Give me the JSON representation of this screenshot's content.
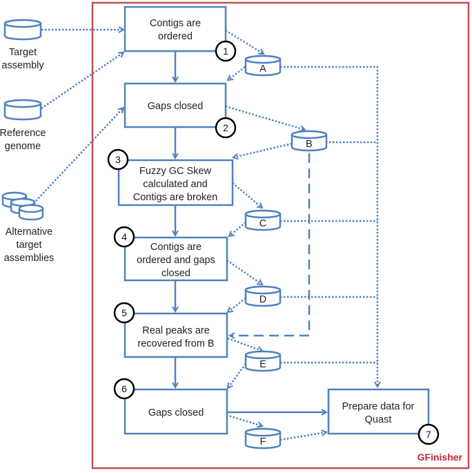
{
  "title": "GFinisher",
  "colors": {
    "frame": "#c0504d",
    "accent": "#4f81bd",
    "brand": "#c0272d"
  },
  "inputs": [
    {
      "id": "target",
      "label": [
        "Target",
        "assembly"
      ]
    },
    {
      "id": "reference",
      "label": [
        "Reference",
        "genome"
      ]
    },
    {
      "id": "alternative",
      "label": [
        "Alternative",
        "target",
        "assemblies"
      ]
    }
  ],
  "steps": [
    {
      "num": "1",
      "lines": [
        "Contigs are",
        "ordered"
      ]
    },
    {
      "num": "2",
      "lines": [
        "Gaps closed"
      ]
    },
    {
      "num": "3",
      "lines": [
        "Fuzzy GC Skew",
        "calculated and",
        "Contigs are broken"
      ]
    },
    {
      "num": "4",
      "lines": [
        "Contigs are",
        "ordered and gaps",
        "closed"
      ]
    },
    {
      "num": "5",
      "lines": [
        "Real peaks are",
        "recovered from B"
      ]
    },
    {
      "num": "6",
      "lines": [
        "Gaps closed"
      ]
    },
    {
      "num": "7",
      "lines": [
        "Prepare data for",
        "Quast"
      ]
    }
  ],
  "stores": [
    "A",
    "B",
    "C",
    "D",
    "E",
    "F"
  ]
}
